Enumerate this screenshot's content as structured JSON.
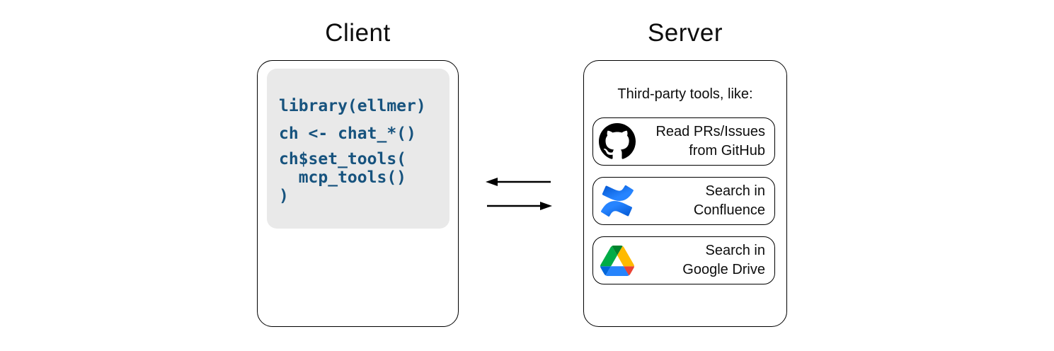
{
  "titles": {
    "client": "Client",
    "server": "Server"
  },
  "client": {
    "code_lines": [
      "library(ellmer)",
      "ch <- chat_*()",
      "ch$set_tools(",
      "  mcp_tools()",
      ")"
    ]
  },
  "server": {
    "subtitle": "Third-party tools, like:",
    "tools": [
      {
        "icon": "github-icon",
        "line1": "Read PRs/Issues",
        "line2": "from GitHub"
      },
      {
        "icon": "confluence-icon",
        "line1": "Search in",
        "line2": "Confluence"
      },
      {
        "icon": "google-drive-icon",
        "line1": "Search in",
        "line2": "Google Drive"
      }
    ]
  },
  "arrows": {
    "server_to_client": "left",
    "client_to_server": "right"
  },
  "colors": {
    "code_text": "#17537E",
    "code_background": "#E9E9E9",
    "box_border": "#000000",
    "github_black": "#000000",
    "confluence_blue_bright": "#2684FF",
    "confluence_blue_dark": "#0052CC",
    "drive_blue": "#0066DA",
    "drive_green": "#00AC47",
    "drive_dark_green": "#00832D",
    "drive_yellow": "#FFBA00",
    "drive_red": "#EA4335",
    "drive_bottom_blue": "#2684FC"
  }
}
